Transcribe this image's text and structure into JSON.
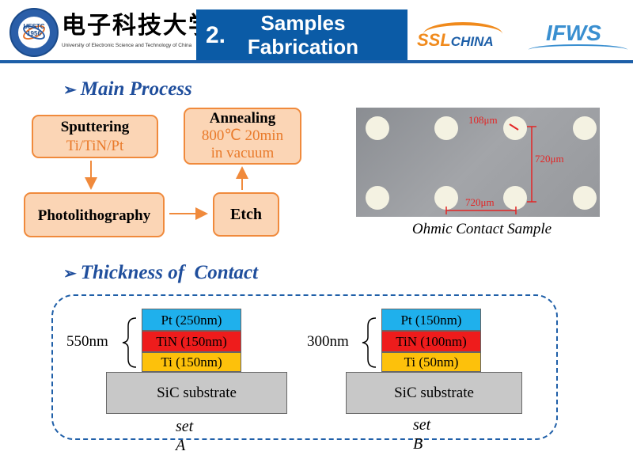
{
  "header": {
    "university_logo_text": "UESTC 1956",
    "university_name_cn": "电子科技大学",
    "university_name_en": "University of Electronic Science and Technology of China",
    "section_number": "2.",
    "title_line1": "Samples",
    "title_line2": "Fabrication",
    "logo_ssl": "SSLCHINA",
    "logo_ifws": "IFWS"
  },
  "main_process": {
    "heading": "Main Process",
    "steps": {
      "sputtering": {
        "title": "Sputtering",
        "detail": "Ti/TiN/Pt"
      },
      "photolithography": {
        "title": "Photolithography"
      },
      "etch": {
        "title": "Etch"
      },
      "annealing": {
        "title": "Annealing",
        "detail1": "800℃ 20min",
        "detail2": "in vacuum"
      }
    },
    "sample": {
      "diameter_label": "108μm",
      "vertical_pitch_label": "720μm",
      "horizontal_pitch_label": "720μm",
      "caption": "Ohmic Contact Sample"
    }
  },
  "thickness": {
    "heading": "Thickness of  Contact",
    "sets": [
      {
        "name": "set A",
        "total": "550nm",
        "pt": "Pt (250nm)",
        "tin": "TiN (150nm)",
        "ti": "Ti (150nm)",
        "substrate": "SiC substrate"
      },
      {
        "name": "set B",
        "total": "300nm",
        "pt": "Pt (150nm)",
        "tin": "TiN (100nm)",
        "ti": "Ti (50nm)",
        "substrate": "SiC substrate"
      }
    ],
    "colors": {
      "pt": "#1fb0ec",
      "tin": "#ee1c1c",
      "ti": "#fdc10b",
      "substrate": "#c8c8c8"
    }
  }
}
